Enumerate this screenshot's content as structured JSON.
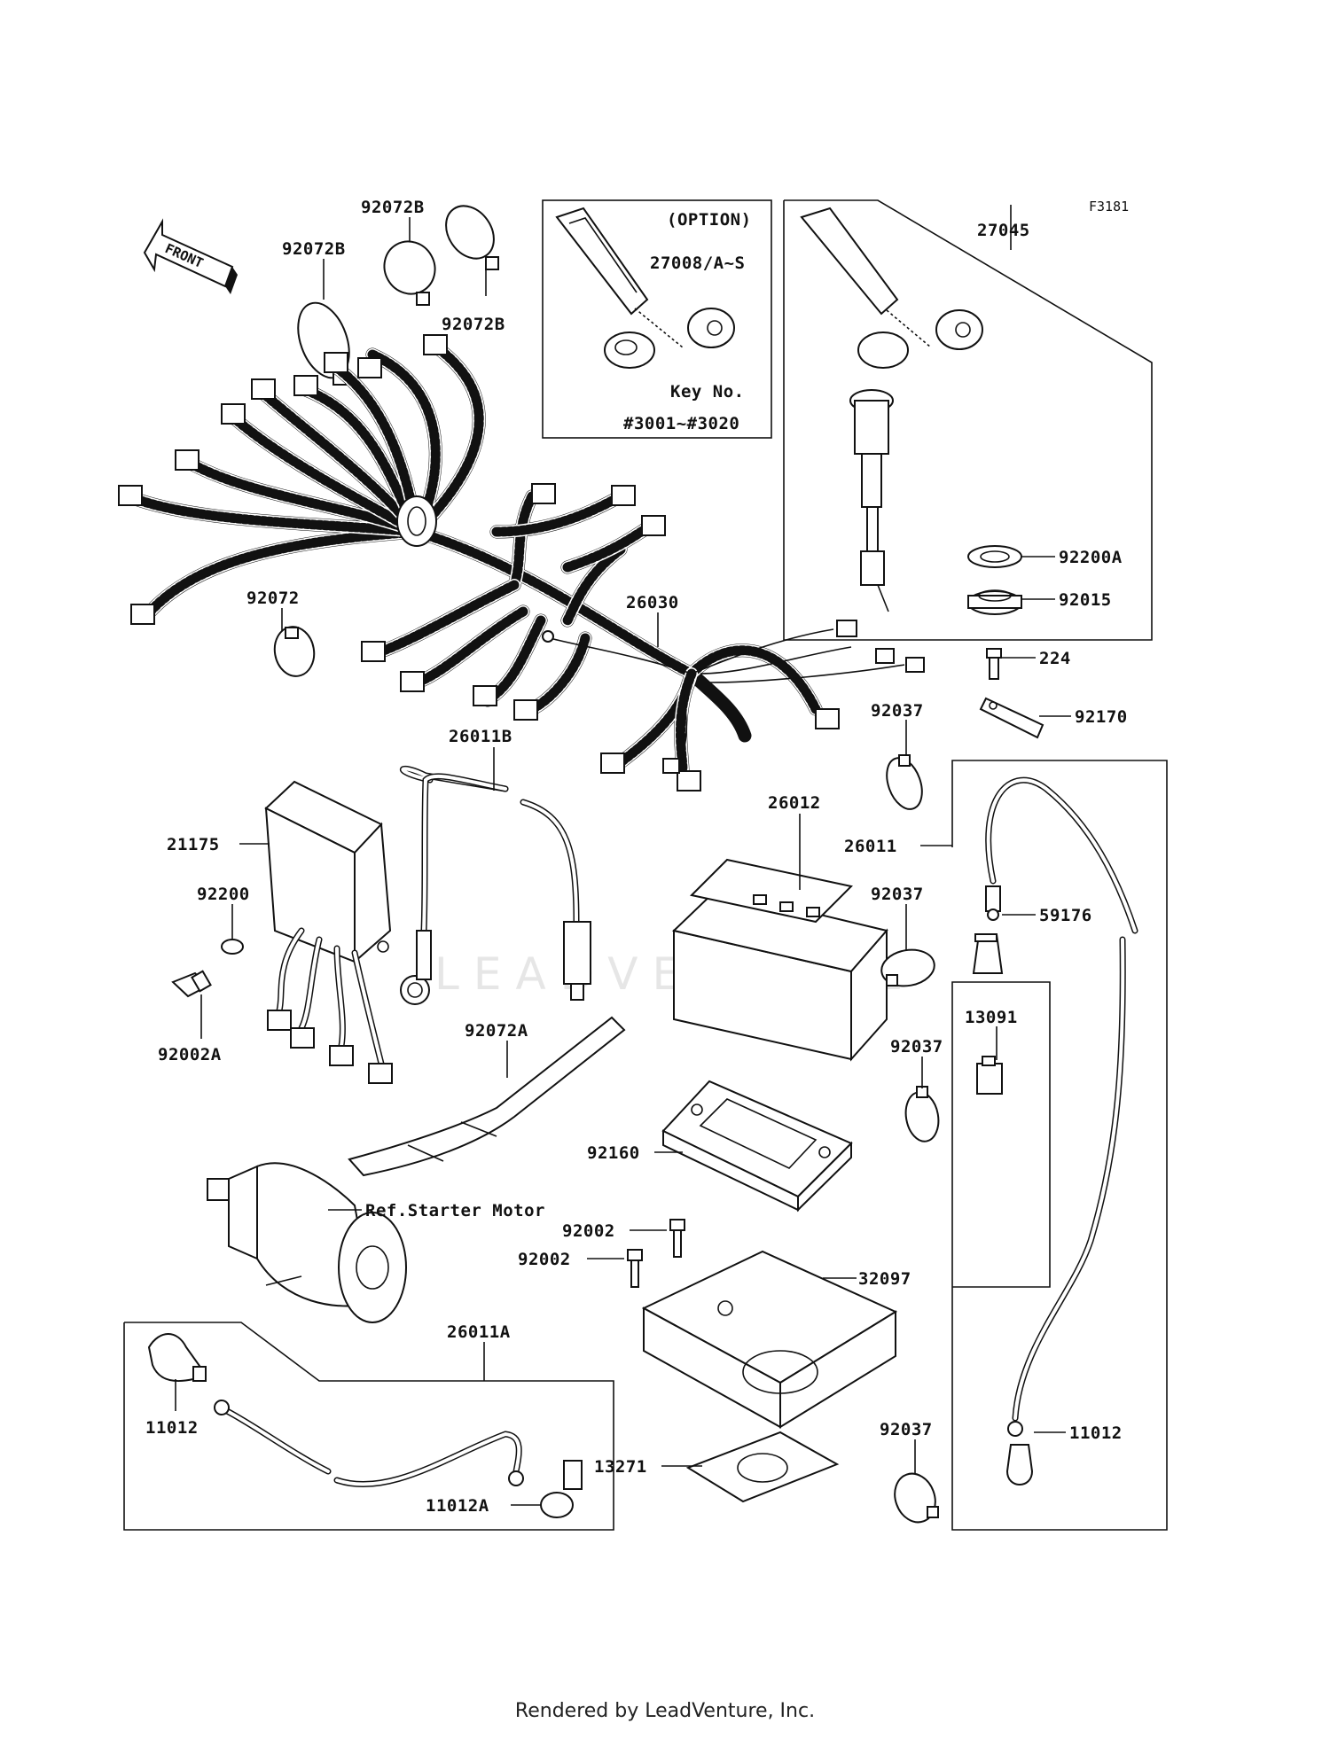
{
  "figure_code": "F3181",
  "front_arrow_label": "FRONT",
  "option_box": {
    "title": "(OPTION)",
    "part_label": "27008/A~S",
    "key_no_label": "Key No.",
    "key_range": "#3001~#3020"
  },
  "callouts": {
    "p92072B_a": "92072B",
    "p92072B_b": "92072B",
    "p92072B_c": "92072B",
    "p27045": "27045",
    "p92200A": "92200A",
    "p92015": "92015",
    "p224": "224",
    "p92170": "92170",
    "p92072": "92072",
    "p26030": "26030",
    "p26011B": "26011B",
    "p92037_a": "92037",
    "p26012": "26012",
    "p21175": "21175",
    "p26011": "26011",
    "p59176": "59176",
    "p92200": "92200",
    "p92037_b": "92037",
    "p92002A": "92002A",
    "p13091": "13091",
    "p92072A": "92072A",
    "p92037_c": "92037",
    "p92160": "92160",
    "ref_starter": "Ref.Starter Motor",
    "p92002_a": "92002",
    "p92002_b": "92002",
    "p32097": "32097",
    "p26011A": "26011A",
    "p11012_a": "11012",
    "p11012_b": "11012",
    "p11012A": "11012A",
    "p13271": "13271",
    "p92037_d": "92037"
  },
  "watermark": "LEADVENTURE",
  "footer": "Rendered by LeadVenture, Inc."
}
